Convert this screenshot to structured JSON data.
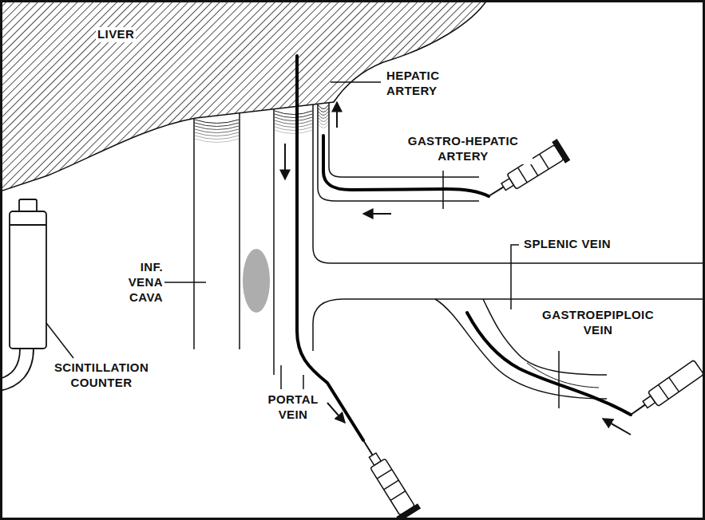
{
  "diagram": {
    "labels": [
      "LIVER",
      "HEPATIC ARTERY",
      "GASTRO-HEPATIC ARTERY",
      "SPLENIC VEIN",
      "INF. VENA CAVA",
      "GASTROEPIPLOIC VEIN",
      "SCINTILLATION COUNTER",
      "PORTAL VEIN"
    ]
  }
}
